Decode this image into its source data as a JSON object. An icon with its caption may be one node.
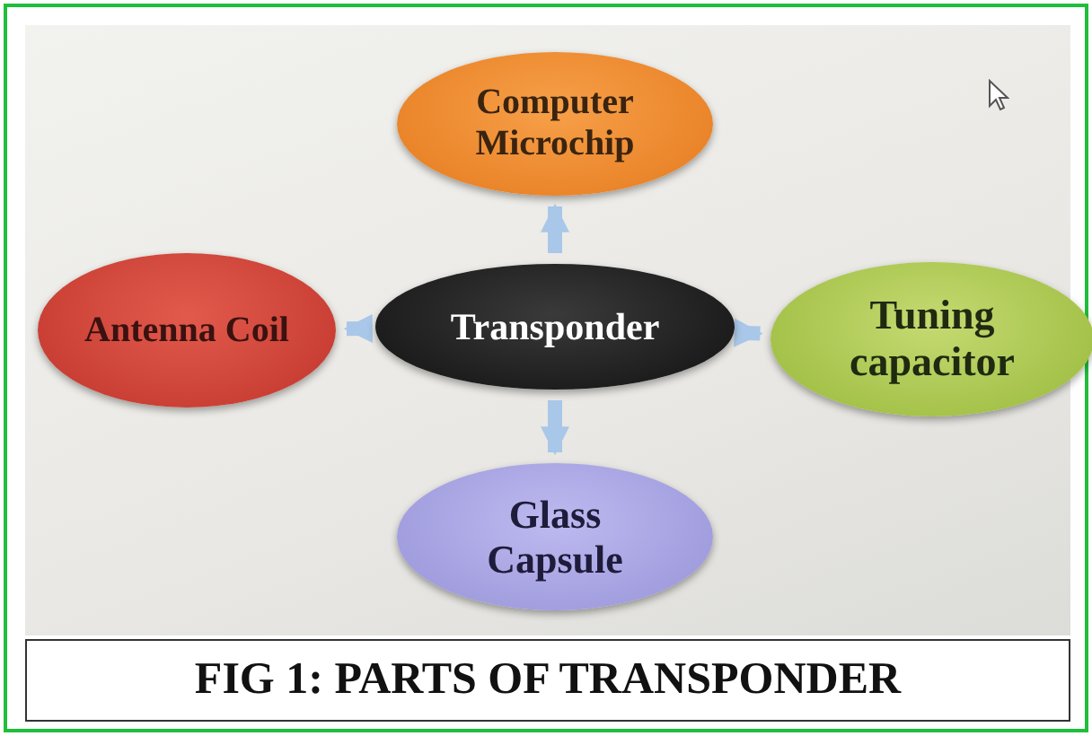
{
  "diagram": {
    "caption": "FIG 1: PARTS OF TRANSPONDER",
    "nodes": [
      {
        "text": [
          "Transponder"
        ]
      },
      {
        "text": [
          "Computer Microchip"
        ]
      },
      {
        "text": [
          "Antenna Coil"
        ]
      },
      {
        "text": [
          "Tuning capacitor"
        ]
      },
      {
        "text": [
          "Glass Capsule"
        ]
      }
    ],
    "edges": [
      {
        "from": 0,
        "to": 1,
        "arrow": "to"
      },
      {
        "from": 0,
        "to": 2,
        "arrow": "to"
      },
      {
        "from": 0,
        "to": 3,
        "arrow": "to"
      },
      {
        "from": 0,
        "to": 4,
        "arrow": "to"
      }
    ]
  }
}
